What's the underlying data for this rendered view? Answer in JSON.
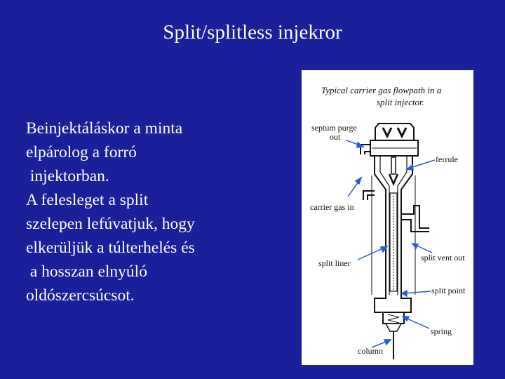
{
  "slide": {
    "title": "Split/splitless injekror",
    "body_lines": [
      "Beinjektáláskor a minta",
      "elpárolog a forró",
      " injektorban.",
      "A felesleget a split",
      "szelepen lefúvatjuk, hogy",
      "elkerüljük a túlterhelés és",
      " a hosszan elnyúló",
      "oldószercsúcsot."
    ]
  },
  "figure": {
    "caption_line1": "Typical carrier gas flowpath in a",
    "caption_line2": "split injector.",
    "labels": {
      "septum_purge_1": "septum purge",
      "septum_purge_2": "out",
      "ferrule": "ferrule",
      "carrier_gas_in": "carrier gas in",
      "split_liner": "split liner",
      "split_vent_out": "split vent out",
      "split_point": "split point",
      "spring": "spring",
      "column": "column"
    },
    "colors": {
      "arrow": "#2a5bd7",
      "drawing": "#111111"
    }
  }
}
